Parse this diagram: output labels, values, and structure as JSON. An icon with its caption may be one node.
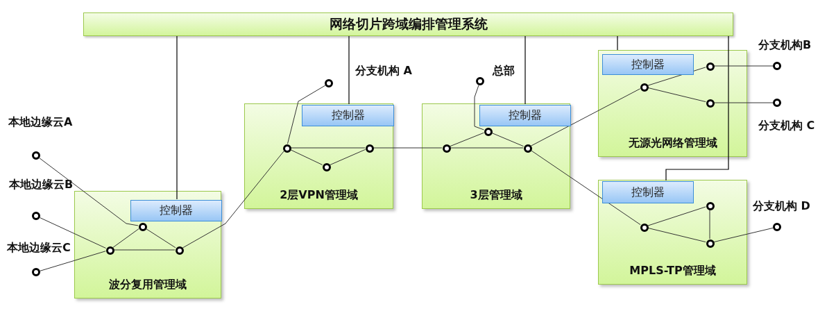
{
  "diagram": {
    "nodes": [
      {
        "text": [
          "网络切片跨域编排管理系统"
        ]
      },
      {
        "text": [
          "波分复用管理域"
        ]
      },
      {
        "text": [
          "控制器"
        ],
        "in": 1
      },
      {
        "text": [],
        "shape": "circle",
        "in": 1
      },
      {
        "text": [],
        "shape": "circle",
        "in": 1
      },
      {
        "text": [],
        "shape": "circle",
        "in": 1
      },
      {
        "text": [],
        "shape": "circle",
        "beside": [
          "本地边缘云A"
        ]
      },
      {
        "text": [],
        "shape": "circle",
        "beside": [
          "本地边缘云B"
        ]
      },
      {
        "text": [],
        "shape": "circle",
        "beside": [
          "本地边缘云C"
        ]
      },
      {
        "text": [
          "2层VPN管理域"
        ]
      },
      {
        "text": [
          "控制器"
        ],
        "in": 9
      },
      {
        "text": [],
        "shape": "circle",
        "in": 9
      },
      {
        "text": [],
        "shape": "circle",
        "in": 9
      },
      {
        "text": [],
        "shape": "circle",
        "in": 9
      },
      {
        "text": [],
        "shape": "circle",
        "beside": [
          "分支机构 A"
        ]
      },
      {
        "text": [
          "3层管理域"
        ]
      },
      {
        "text": [
          "控制器"
        ],
        "in": 15
      },
      {
        "text": [],
        "shape": "circle",
        "in": 15
      },
      {
        "text": [],
        "shape": "circle",
        "in": 15
      },
      {
        "text": [],
        "shape": "circle",
        "in": 15
      },
      {
        "text": [],
        "shape": "circle",
        "beside": [
          "总部"
        ]
      },
      {
        "text": [
          "无源光网络管理域"
        ]
      },
      {
        "text": [
          "控制器"
        ],
        "in": 21
      },
      {
        "text": [],
        "shape": "circle",
        "in": 21
      },
      {
        "text": [],
        "shape": "circle",
        "in": 21
      },
      {
        "text": [],
        "shape": "circle",
        "in": 21
      },
      {
        "text": [],
        "shape": "circle",
        "beside": [
          "分支机构B"
        ]
      },
      {
        "text": [],
        "shape": "circle",
        "beside": [
          "分支机构 C"
        ]
      },
      {
        "text": [
          "MPLS-TP管理域"
        ]
      },
      {
        "text": [
          "控制器"
        ],
        "in": 28
      },
      {
        "text": [],
        "shape": "circle",
        "in": 28
      },
      {
        "text": [],
        "shape": "circle",
        "in": 28
      },
      {
        "text": [],
        "shape": "circle",
        "in": 28
      },
      {
        "text": [],
        "shape": "circle",
        "beside": [
          "分支机构 D"
        ]
      }
    ],
    "edges": [
      {
        "from": 0,
        "to": 2,
        "arrow": "none"
      },
      {
        "from": 0,
        "to": 10,
        "arrow": "none"
      },
      {
        "from": 0,
        "to": 16,
        "arrow": "none"
      },
      {
        "from": 0,
        "to": 21,
        "arrow": "none"
      },
      {
        "from": 0,
        "to": 29,
        "arrow": "none"
      },
      {
        "from": 6,
        "to": 3,
        "arrow": "none"
      },
      {
        "from": 7,
        "to": 4,
        "arrow": "none"
      },
      {
        "from": 8,
        "to": 4,
        "arrow": "none"
      },
      {
        "from": 3,
        "to": 4,
        "arrow": "none"
      },
      {
        "from": 3,
        "to": 5,
        "arrow": "none"
      },
      {
        "from": 4,
        "to": 5,
        "arrow": "none"
      },
      {
        "from": 5,
        "to": 11,
        "arrow": "none"
      },
      {
        "from": 11,
        "to": 14,
        "arrow": "none"
      },
      {
        "from": 11,
        "to": 12,
        "arrow": "none"
      },
      {
        "from": 12,
        "to": 13,
        "arrow": "none"
      },
      {
        "from": 11,
        "to": 13,
        "arrow": "none"
      },
      {
        "from": 13,
        "to": 17,
        "arrow": "none"
      },
      {
        "from": 17,
        "to": 18,
        "arrow": "none"
      },
      {
        "from": 17,
        "to": 19,
        "arrow": "none"
      },
      {
        "from": 18,
        "to": 19,
        "arrow": "none"
      },
      {
        "from": 18,
        "to": 20,
        "arrow": "none"
      },
      {
        "from": 19,
        "to": 23,
        "arrow": "none"
      },
      {
        "from": 19,
        "to": 30,
        "arrow": "none"
      },
      {
        "from": 23,
        "to": 24,
        "arrow": "none"
      },
      {
        "from": 23,
        "to": 25,
        "arrow": "none"
      },
      {
        "from": 24,
        "to": 26,
        "arrow": "none"
      },
      {
        "from": 25,
        "to": 27,
        "arrow": "none"
      },
      {
        "from": 30,
        "to": 31,
        "arrow": "none"
      },
      {
        "from": 30,
        "to": 32,
        "arrow": "none"
      },
      {
        "from": 31,
        "to": 32,
        "arrow": "none"
      },
      {
        "from": 32,
        "to": 33,
        "arrow": "none"
      }
    ]
  }
}
